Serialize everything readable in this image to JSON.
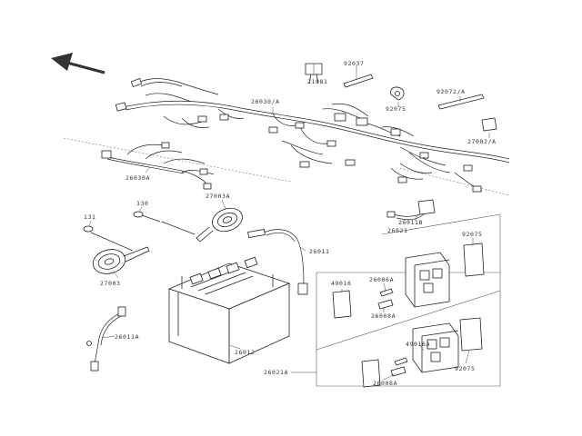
{
  "diagram": {
    "accent_color": "#222222",
    "labels": {
      "p21081": "21081",
      "p92037": "92037",
      "p26030a_top": "26030/A",
      "p92075_top": "92075",
      "p92072a": "92072/A",
      "p27002a": "27002/A",
      "p26030a_left": "26030A",
      "p130": "130",
      "p27003a": "27003A",
      "p131": "131",
      "p27003": "27003",
      "p26011": "26011",
      "p26011b": "26011B",
      "p26021_top": "26021",
      "p92075_right": "92075",
      "p49016": "49016",
      "p26006a": "26006A",
      "p26008a": "26008A",
      "p26012": "26012",
      "p26011a": "26011A",
      "p49016a": "49016A",
      "p92075_low": "92075",
      "p26021a": "26021A",
      "p26008a_low": "26008A"
    }
  }
}
